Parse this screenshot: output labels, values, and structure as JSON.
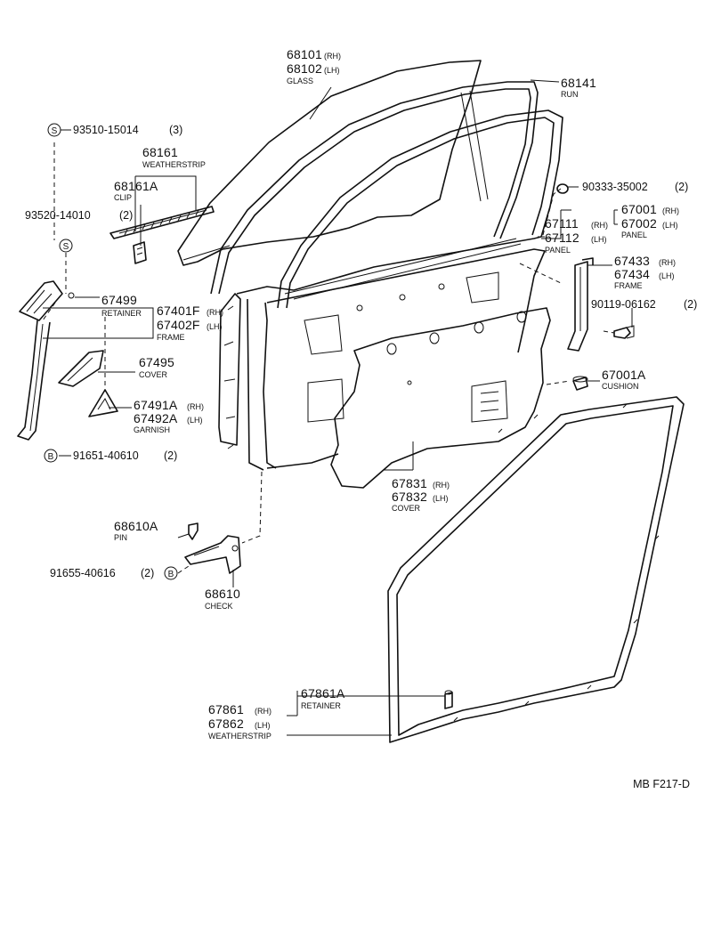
{
  "diagram_code": "MB F217-D",
  "symbols": {
    "s": "S",
    "b": "B"
  },
  "parts": {
    "glass": {
      "num_rh": "68101",
      "rh": "(RH)",
      "num_lh": "68102",
      "lh": "(LH)",
      "name": "GLASS"
    },
    "run": {
      "num": "68141",
      "name": "RUN"
    },
    "screw_s": {
      "num": "93510-15014",
      "qty": "(3)"
    },
    "weatherstrip_outer": {
      "num": "68161",
      "name": "WEATHERSTRIP"
    },
    "clip": {
      "num": "68161A",
      "name": "CLIP"
    },
    "screw_93520": {
      "num": "93520-14010",
      "qty": "(2)"
    },
    "retainer_67499": {
      "num": "67499",
      "name": "RETAINER"
    },
    "frame_67401": {
      "num_rh": "67401F",
      "rh": "(RH)",
      "num_lh": "67402F",
      "lh": "(LH)",
      "name": "FRAME"
    },
    "cover_67495": {
      "num": "67495",
      "name": "COVER"
    },
    "garnish": {
      "num_rh": "67491A",
      "rh": "(RH)",
      "num_lh": "67492A",
      "lh": "(LH)",
      "name": "GARNISH"
    },
    "bolt_91651": {
      "num": "91651-40610",
      "qty": "(2)"
    },
    "plug_90333": {
      "num": "90333-35002",
      "qty": "(2)"
    },
    "panel_67001": {
      "num_rh": "67001",
      "rh": "(RH)",
      "num_lh": "67002",
      "lh": "(LH)",
      "name": "PANEL"
    },
    "panel_67111": {
      "num_rh": "67111",
      "rh": "(RH)",
      "num_lh": "67112",
      "lh": "(LH)",
      "name": "PANEL"
    },
    "frame_67433": {
      "num_rh": "67433",
      "rh": "(RH)",
      "num_lh": "67434",
      "lh": "(LH)",
      "name": "FRAME"
    },
    "screw_90119": {
      "num": "90119-06162",
      "qty": "(2)"
    },
    "cushion": {
      "num": "67001A",
      "name": "CUSHION"
    },
    "cover_67831": {
      "num_rh": "67831",
      "rh": "(RH)",
      "num_lh": "67832",
      "lh": "(LH)",
      "name": "COVER"
    },
    "pin": {
      "num": "68610A",
      "name": "PIN"
    },
    "bolt_91655": {
      "num": "91655-40616",
      "qty": "(2)"
    },
    "check": {
      "num": "68610",
      "name": "CHECK"
    },
    "retainer_67861a": {
      "num": "67861A",
      "name": "RETAINER"
    },
    "weatherstrip_door": {
      "num_rh": "67861",
      "rh": "(RH)",
      "num_lh": "67862",
      "lh": "(LH)",
      "name": "WEATHERSTRIP"
    }
  }
}
